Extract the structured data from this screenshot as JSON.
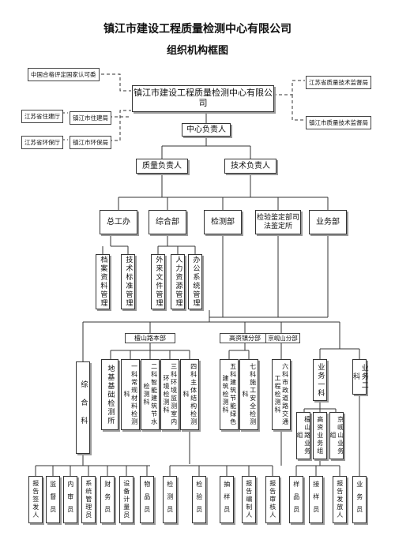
{
  "title": "镇江市建设工程质量检测中心有限公司",
  "subtitle": "组织机构框图",
  "company": "镇江市建设工程质量检测中心有限公司",
  "external": {
    "cnas": "中国合格评定国家认可委",
    "js_construction": "江苏省住建厅",
    "zj_construction": "镇江市住建局",
    "js_environment": "江苏省环保厅",
    "zj_environment": "镇江市环保局",
    "js_quality": "江苏省质量技术监督局",
    "zj_quality": "镇江市质量技术监督局"
  },
  "center_head": "中心负责人",
  "quality_head": "质量负责人",
  "tech_head": "技术负责人",
  "departments": {
    "general_office": "总工办",
    "comprehensive": "综合部",
    "testing": "检测部",
    "forensic": "检验鉴定部司法鉴定所",
    "business": "业务部"
  },
  "office_units": {
    "archives": "档案资料管理",
    "standards": "技术标准管理",
    "foreign_docs": "外来文件管理",
    "hr": "人力资源管理",
    "office_system": "办公系统管理"
  },
  "branches": {
    "tanshan": "檀山路本部",
    "gaozi": "高资镇分部",
    "jingxian": "京岘山分部"
  },
  "sections": {
    "comprehensive_section": "综合科",
    "foundation": "地基基础检测所",
    "sec1": "一科常规材料检测科",
    "sec2": "二科智能建筑节水检测科",
    "sec3": "三科环境监测室内环境检测科",
    "sec4": "四科主体结构检测科",
    "sec5": "五科建筑节能绿色建筑检测科",
    "sec7": "七科施工安全检测科",
    "sec6": "六科市政道路交通工程检测科",
    "biz1": "业务一科",
    "biz2": "业务二科",
    "biz_tanshan": "檀山路业务组",
    "biz_gaozi": "高资业务组",
    "biz_jingxian": "京岘山业务组"
  },
  "staff": {
    "report_issuer": "报告签发人",
    "supervisor": "监督员",
    "auditor": "内审员",
    "sysadmin": "系统管理员",
    "accountant": "财务员",
    "equipment": "设备计量员",
    "goods": "物品员",
    "inspector": "检测员",
    "examiner": "检验员",
    "sampler": "抽样员",
    "report_editor": "报告编制人",
    "report_reviewer": "报告审核人",
    "sample": "样品员",
    "receiver": "接样员",
    "report_sender": "报告发放人",
    "clerk": "业务员"
  }
}
